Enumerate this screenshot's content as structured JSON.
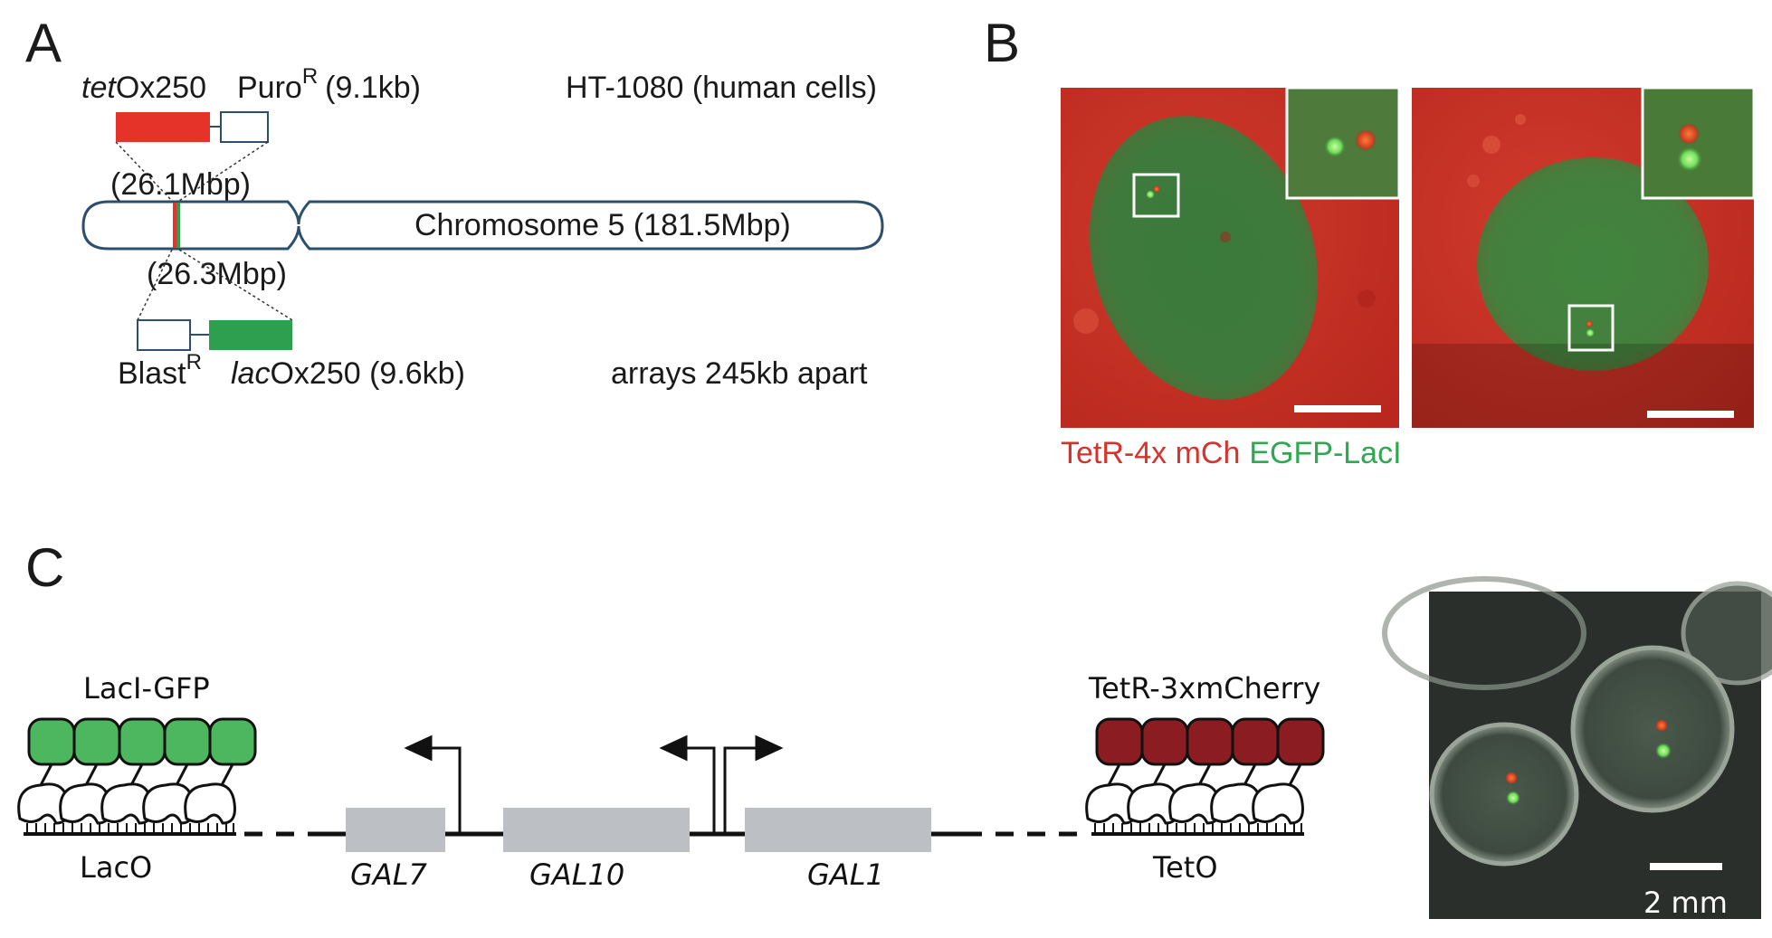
{
  "panels": {
    "a": "A",
    "b": "B",
    "c": "C"
  },
  "panel_a": {
    "tet_label_italic": "tet",
    "tet_label_rest": "Ox250",
    "puro_main": "Puro",
    "puro_sup": "R",
    "puro_size": "(9.1kb)",
    "cell_line": "HT-1080 (human cells)",
    "pos_top": "(26.1Mbp)",
    "chromosome": "Chromosome 5 (181.5Mbp)",
    "pos_bottom": "(26.3Mbp)",
    "blast_main": "Blast",
    "blast_sup": "R",
    "lac_label_italic": "lac",
    "lac_label_rest": "Ox250 (9.6kb)",
    "arrays_note": "arrays 245kb apart",
    "colors": {
      "tet_array": "#e5332a",
      "lac_array": "#2e9e4f",
      "chromosome_outline": "#2d4f6e"
    }
  },
  "panel_b": {
    "legend_red": "TetR-4x mCh",
    "legend_green": "EGFP-LacI",
    "colors": {
      "red": "#d8322c",
      "green": "#2fa84f"
    }
  },
  "panel_c": {
    "laci_label": "LacI-GFP",
    "laco_label": "LacO",
    "tetr_label": "TetR-3xmCherry",
    "teto_label": "TetO",
    "gene_1": "GAL7",
    "gene_2": "GAL10",
    "gene_3": "GAL1",
    "scale_label": "2 mm",
    "colors": {
      "laci": "#4cb75f",
      "tetr": "#8b1c22",
      "gene_box": "#bcc0c4"
    }
  }
}
